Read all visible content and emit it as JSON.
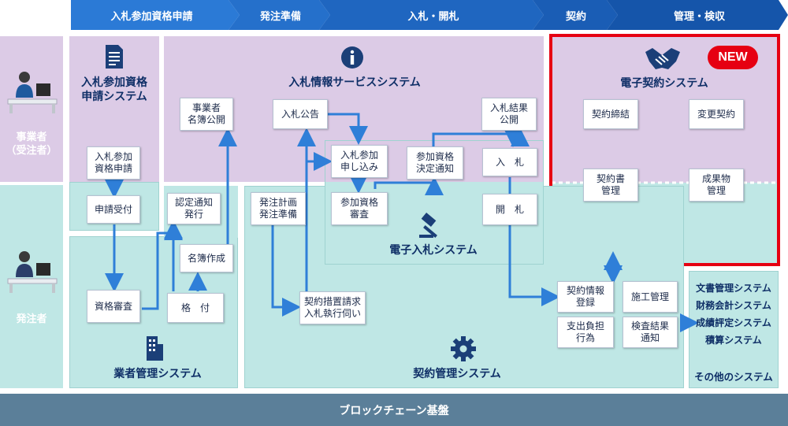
{
  "phases": [
    {
      "label": "入札参加資格申請",
      "color": "#2b7ad6"
    },
    {
      "label": "発注準備",
      "color": "#2570cb"
    },
    {
      "label": "入札・開札",
      "color": "#1f66c0"
    },
    {
      "label": "契約",
      "color": "#1a5db5"
    },
    {
      "label": "管理・検収",
      "color": "#1555aa"
    }
  ],
  "actors": {
    "contractor": "事業者\n（受注者）",
    "orderer": "発注者"
  },
  "systems": {
    "qualification": "入札参加資格\n申請システム",
    "bid_info": "入札情報サービスシステム",
    "e_contract": "電子契約システム",
    "e_bidding": "電子入札システム",
    "vendor_mgmt": "業者管理システム",
    "contract_mgmt": "契約管理システム",
    "other": "その他のシステム"
  },
  "badge_new": "NEW",
  "boxes": {
    "qual_apply": "入札参加\n資格申請",
    "apply_receipt": "申請受付",
    "qual_review": "資格審査",
    "registry_publish": "事業者\n名簿公開",
    "cert_notice": "認定通知\n発行",
    "registry_create": "名簿作成",
    "rating": "格　付",
    "bid_notice": "入札公告",
    "bid_result": "入札結果\n公開",
    "bid_apply": "入札参加\n申し込み",
    "qual_decision": "参加資格\n決定通知",
    "bid": "入　札",
    "bid_review": "参加資格\n審査",
    "opening": "開　札",
    "order_plan": "発注計画\n発注準備",
    "contract_request": "契約措置請求\n入札執行伺い",
    "contract_conclude": "契約締結",
    "contract_change": "変更契約",
    "contract_docs": "契約書\n管理",
    "deliverables": "成果物\n管理",
    "contract_info": "契約情報\n登録",
    "construction": "施工管理",
    "expenditure": "支出負担\n行為",
    "inspection": "検査結果\n通知"
  },
  "other_systems": [
    "文書管理システム",
    "財務会計システム",
    "成績評定システム",
    "積算システム"
  ],
  "blockchain": "ブロックチェーン基盤",
  "colors": {
    "accent_red": "#e60012",
    "arrow_blue": "#2f7fd8",
    "purple_bg": "#dccbe6",
    "teal_bg": "#bfe7e5",
    "footer": "#5b7f99"
  }
}
